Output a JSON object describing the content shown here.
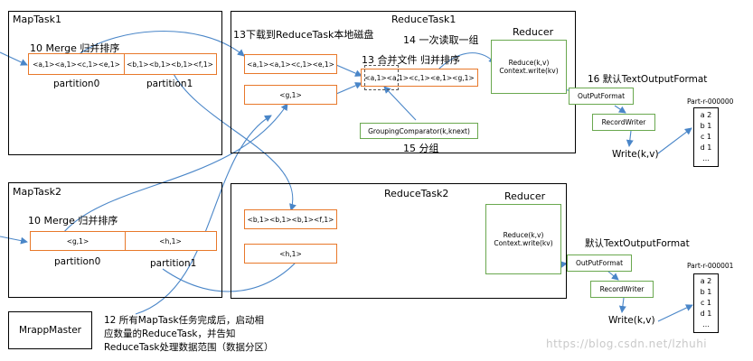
{
  "maptask1": {
    "title": "MapTask1",
    "merge_label": "10 Merge 归并排序",
    "part0_content": "<a,1><a,1><c,1><e,1>",
    "part1_content": "<b,1><b,1><b,1><f,1>",
    "part0_label": "partition0",
    "part1_label": "partition1"
  },
  "maptask2": {
    "title": "MapTask2",
    "merge_label": "10 Merge 归并排序",
    "part0_content": "<g,1>",
    "part1_content": "<h,1>",
    "part0_label": "partition0",
    "part1_label": "partition1"
  },
  "reducetask1": {
    "title": "ReduceTask1",
    "download_label": "13下载到ReduceTask本地磁盘",
    "read_group_label": "14 一次读取一组",
    "merge_label": "13 合并文件 归并排序",
    "downloaded_a": "<a,1><a,1><c,1><e,1>",
    "downloaded_g": "<g,1>",
    "merged_content": "<a,1><a,1><c,1><e,1><g,1>",
    "grouping_comparator": "GroupingComparator(k,knext)",
    "group_label": "15 分组",
    "reducer_title": "Reducer",
    "reduce_call": "Reduce(k,v)",
    "context_write": "Context.write(kv)"
  },
  "reducetask2": {
    "title": "ReduceTask2",
    "downloaded_b": "<b,1><b,1><b,1><f,1>",
    "downloaded_h": "<h,1>",
    "reducer_title": "Reducer",
    "reduce_call": "Reduce(k,v)",
    "context_write": "Context.write(kv)"
  },
  "output1": {
    "format_label": "16 默认TextOutputFormat",
    "output_format": "OutPutFormat",
    "record_writer": "RecordWriter",
    "write_call": "Write(k,v)",
    "file_name": "Part-r-000000",
    "file_lines": [
      "a 2",
      "b 1",
      "c 1",
      "d 1",
      "…"
    ]
  },
  "output2": {
    "format_label": "默认TextOutputFormat",
    "output_format": "OutPutFormat",
    "record_writer": "RecordWriter",
    "write_call": "Write(k,v)",
    "file_name": "Part-r-000001",
    "file_lines": [
      "a 2",
      "b 1",
      "c 1",
      "d 1",
      "…"
    ]
  },
  "master": {
    "title": "MrappMaster",
    "note": "12 所有MapTask任务完成后，启动相应数量的ReduceTask，并告知ReduceTask处理数据范围（数据分区）",
    "note_lines": [
      "12 所有MapTask任务完成后，启动相",
      "应数量的ReduceTask，并告知",
      "ReduceTask处理数据范围（数据分区）"
    ]
  },
  "watermark": "https://blog.csdn.net/lzhuhi",
  "colors": {
    "partition_border": "#e8782a",
    "reducer_border": "#6aa84f",
    "arrow": "#4a86c8"
  }
}
